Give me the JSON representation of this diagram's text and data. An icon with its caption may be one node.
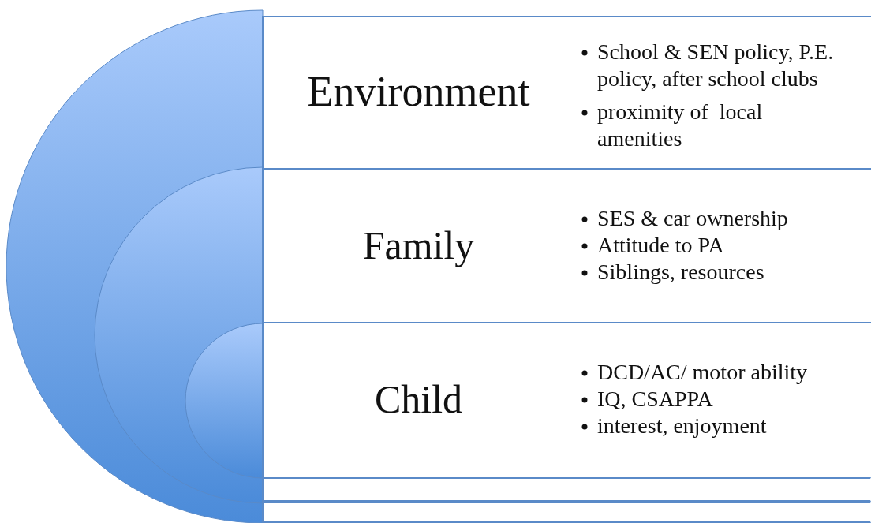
{
  "diagram": {
    "nodes": [
      {
        "text": [
          "Environment",
          "School & SEN policy, P.E. policy, after school clubs",
          "proximity of  local amenities"
        ]
      },
      {
        "text": [
          "Family",
          "SES & car ownership",
          "Attitude to PA",
          "Siblings, resources"
        ]
      },
      {
        "text": [
          "Child",
          "DCD/AC/ motor ability",
          "IQ, CSAPPA",
          "interest, enjoyment"
        ]
      },
      {
        "text": [],
        "shape": "box"
      },
      {
        "text": [],
        "shape": "box"
      }
    ],
    "edges": []
  }
}
